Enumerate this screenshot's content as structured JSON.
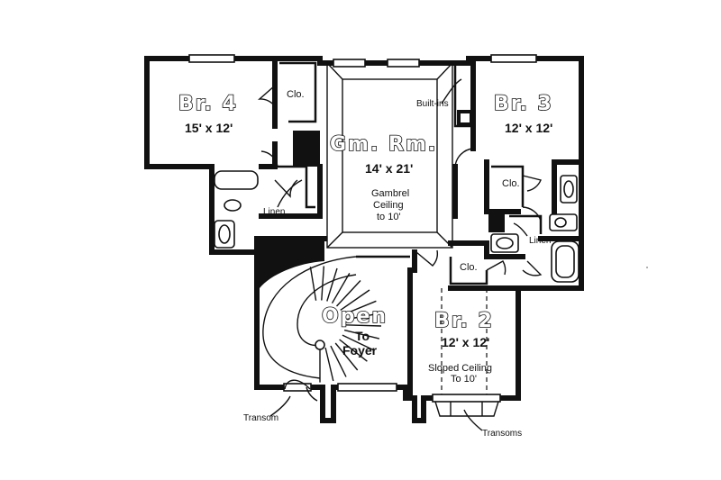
{
  "rooms": {
    "br4": {
      "name": "Br. 4",
      "dims": "15' x 12'"
    },
    "br3": {
      "name": "Br. 3",
      "dims": "12' x 12'"
    },
    "gm": {
      "name": "Gm. Rm.",
      "dims": "14' x 21'",
      "note1": "Gambrel",
      "note2": "Ceiling",
      "note3": "to 10'"
    },
    "br2": {
      "name": "Br. 2",
      "dims": "12' x 12'",
      "note1": "Sloped Ceiling",
      "note2": "To 10'"
    },
    "open": {
      "name": "Open",
      "line1": "To",
      "line2": "Foyer"
    }
  },
  "labels": {
    "clo": "Clo.",
    "linen": "Linen",
    "builtins": "Built-ins",
    "transom": "Transom",
    "transoms": "Transoms"
  }
}
